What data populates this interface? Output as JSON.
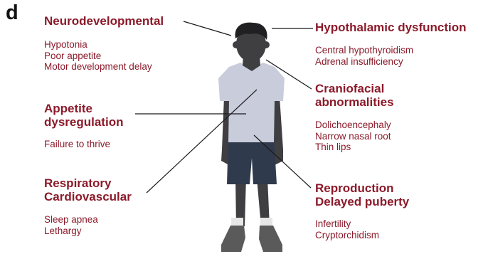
{
  "panel_label": "d",
  "groups": {
    "neuro": {
      "title": "Neurodevelopmental",
      "items": [
        "Hypotonia",
        "Poor appetite",
        "Motor development delay"
      ]
    },
    "appetite": {
      "title_lines": [
        "Appetite",
        "dysregulation"
      ],
      "items": [
        "Failure to thrive"
      ]
    },
    "resp": {
      "title_lines": [
        "Respiratory",
        "Cardiovascular"
      ],
      "items": [
        "Sleep apnea",
        "Lethargy"
      ]
    },
    "hypo": {
      "title": "Hypothalamic dysfunction",
      "items": [
        "Central hypothyroidism",
        "Adrenal insufficiency"
      ]
    },
    "cranio": {
      "title_lines": [
        "Craniofacial",
        "abnormalities"
      ],
      "items": [
        "Dolichoencephaly",
        "Narrow nasal root",
        "Thin lips"
      ]
    },
    "repro": {
      "title_lines": [
        "Reproduction",
        "Delayed puberty"
      ],
      "items": [
        "Infertility",
        "Cryptorchidism"
      ]
    }
  },
  "colors": {
    "accent": "#8b1a2a",
    "skin": "#3f3f42",
    "shirt": "#c9ccdb",
    "shorts": "#2f3a4c",
    "hair": "#202022",
    "sock": "#e6e6e6",
    "shoe": "#555555"
  }
}
